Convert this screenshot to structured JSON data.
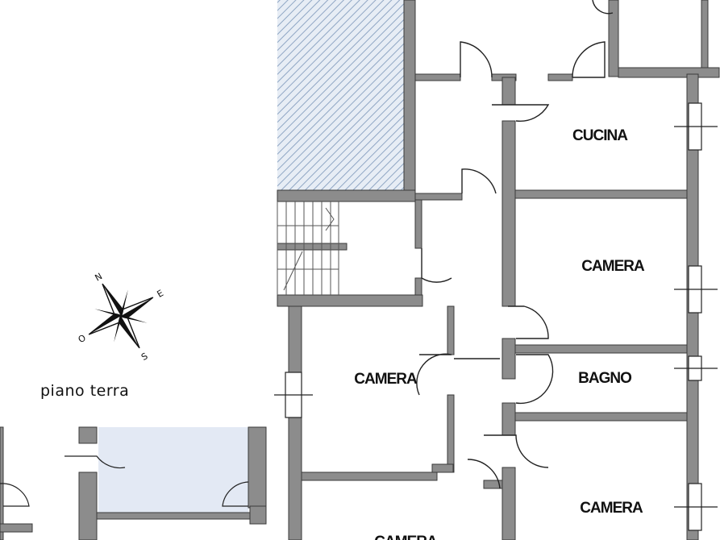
{
  "floor_caption": "piano terra",
  "compass": {
    "n": "N",
    "e": "E",
    "s": "S",
    "o": "O"
  },
  "rooms": {
    "cucina": "CUCINA",
    "camera_1": "CAMERA",
    "camera_2": "CAMERA",
    "bagno": "BAGNO",
    "camera_3": "CAMERA",
    "camera_4": "CAMERA"
  },
  "colors": {
    "wall": "#8c8c8c",
    "wall_outline": "#3a3a3a",
    "hatch": "#8fa6c4",
    "hatch_bg": "#e7edf5",
    "adjacent_fill": "#e3e9f4",
    "ink": "#111111"
  }
}
